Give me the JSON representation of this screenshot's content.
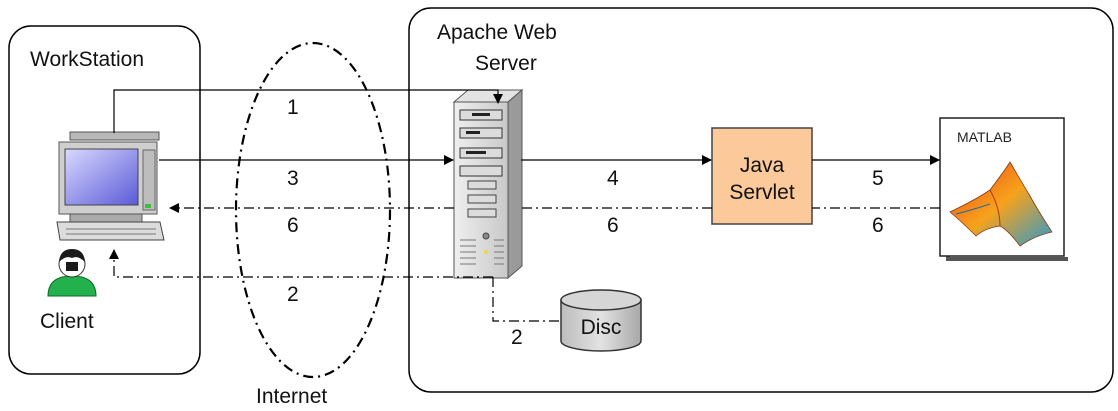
{
  "workstation": {
    "title": "WorkStation",
    "client_label": "Client"
  },
  "internet": {
    "label": "Internet"
  },
  "server": {
    "title_line1": "Apache Web",
    "title_line2": "Server"
  },
  "servlet": {
    "line1": "Java",
    "line2": "Servlet"
  },
  "matlab": {
    "label": "MATLAB"
  },
  "disc": {
    "label": "Disc"
  },
  "steps": {
    "request": "1",
    "submit": "3",
    "to_servlet": "4",
    "to_matlab": "5",
    "return_client": "6",
    "return_server": "6",
    "return_matlab": "6",
    "result_client": "2",
    "result_disc": "2"
  },
  "colors": {
    "servlet_fill": "#fbc99a",
    "client_person": "#22b14c",
    "monitor_screen": "#6e6ee6"
  }
}
